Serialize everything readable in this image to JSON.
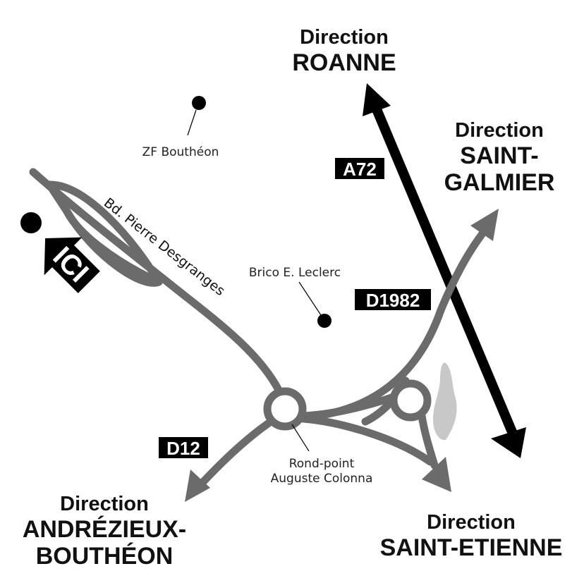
{
  "directions": {
    "roanne": {
      "line1": "Direction",
      "line2": "ROANNE"
    },
    "saint_galmier": {
      "line1": "Direction",
      "line2": "SAINT-",
      "line3": "GALMIER"
    },
    "andrezieux": {
      "line1": "Direction",
      "line2": "ANDRÉZIEUX-",
      "line3": "BOUTHÉON"
    },
    "saint_etienne": {
      "line1": "Direction",
      "line2": "SAINT-ETIENNE"
    }
  },
  "roads": {
    "a72": "A72",
    "d1982": "D1982",
    "d12": "D12",
    "boulevard": "Bd. Pierre Desgranges"
  },
  "places": {
    "zf": "ZF Bouthéon",
    "brico": "Brico E. Leclerc",
    "rond_point_line1": "Rond-point",
    "rond_point_line2": "Auguste Colonna"
  },
  "marker": {
    "label": "ICI"
  },
  "colors": {
    "road": "#6b6b6b",
    "highway": "#000000",
    "water": "#c8c8c8",
    "shield": "#000000",
    "text": "#111111"
  }
}
